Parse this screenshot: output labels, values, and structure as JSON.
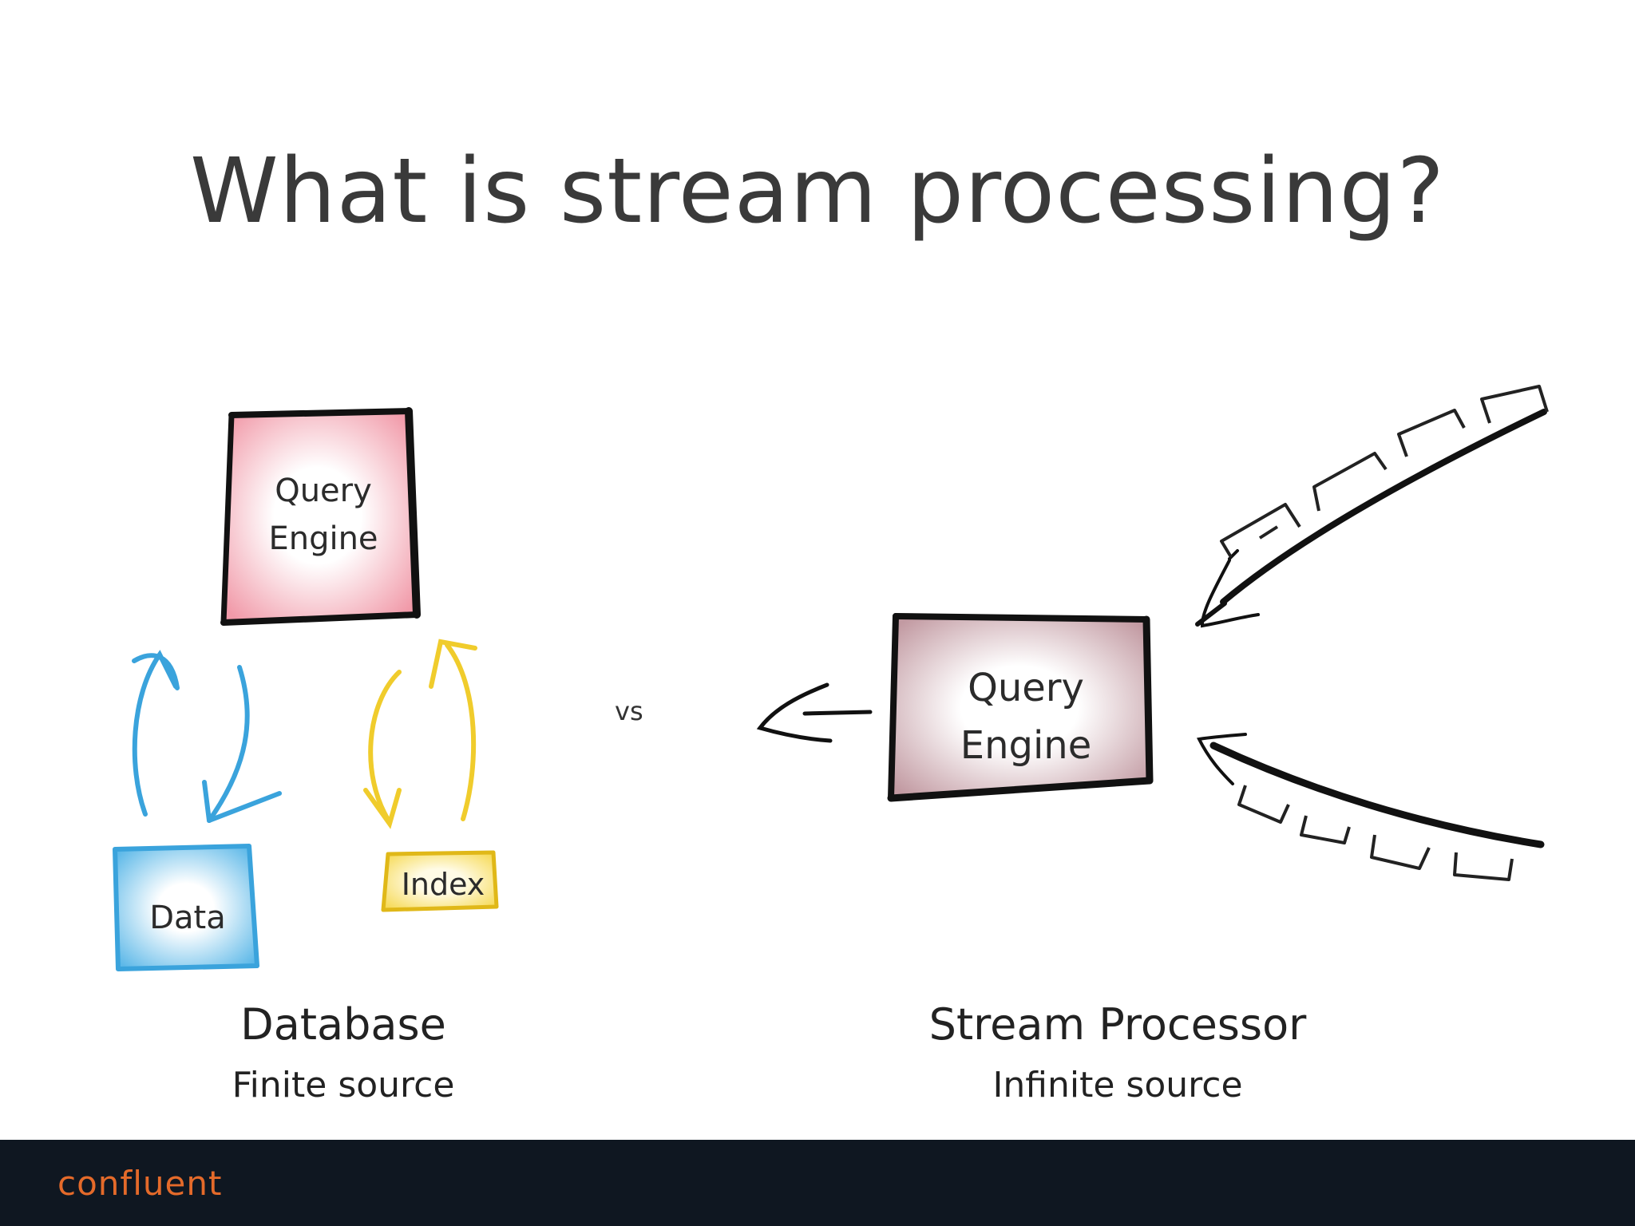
{
  "slide": {
    "title": "What is stream processing?",
    "vs": "vs"
  },
  "database": {
    "query_engine": {
      "line1": "Query",
      "line2": "Engine"
    },
    "data_label": "Data",
    "index_label": "Index",
    "caption": "Database",
    "subcaption": "Finite source"
  },
  "stream": {
    "query_engine": {
      "line1": "Query",
      "line2": "Engine"
    },
    "caption": "Stream Processor",
    "subcaption": "Infinite source"
  },
  "footer": {
    "logo_text": "confluent",
    "logo_icon": "confluent-logo-icon"
  },
  "colors": {
    "pink": "#f19aa9",
    "blue": "#3aa3dc",
    "yellow": "#f0cc2c",
    "mauve": "#b98891",
    "ink": "#111111",
    "footer_bg": "#0f1721",
    "logo_orange": "#e46a2a",
    "logo_blue": "#4aa6e0"
  }
}
